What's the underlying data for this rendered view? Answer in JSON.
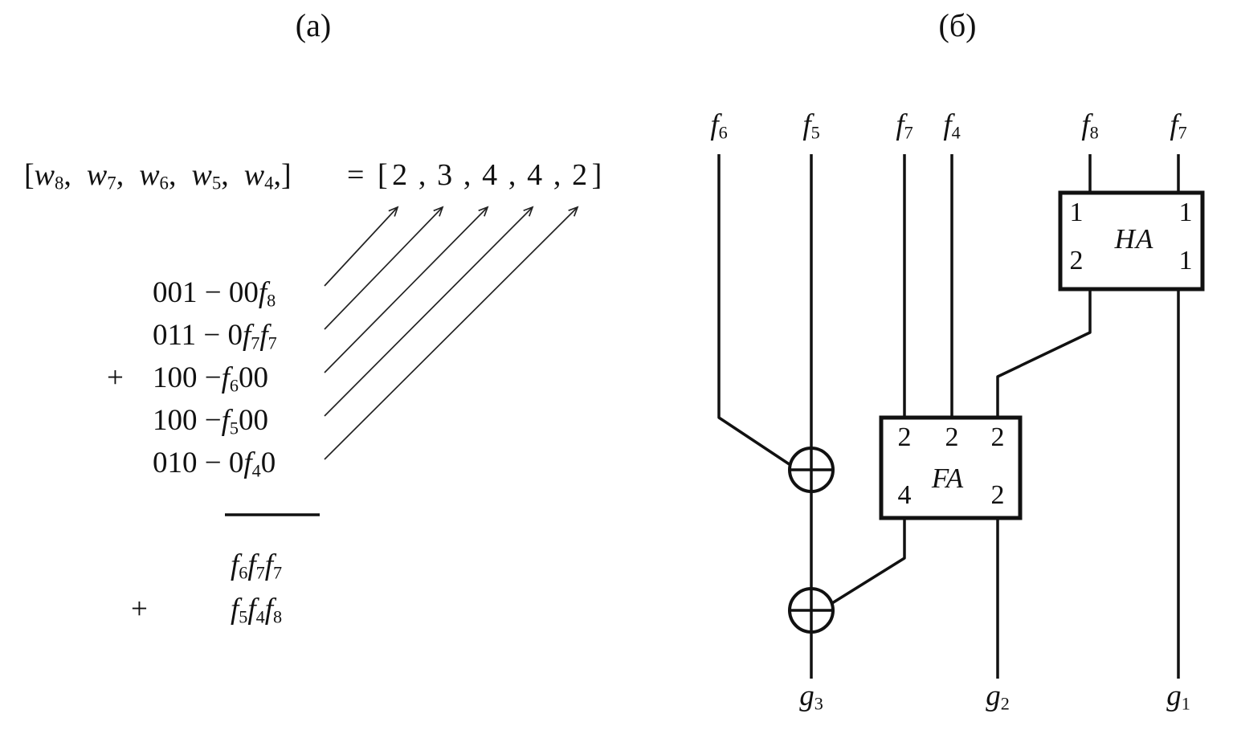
{
  "figure": {
    "panel_a_label": "(а)",
    "panel_b_label": "(б)"
  },
  "panel_a": {
    "equation": {
      "open": "[",
      "vars": [
        {
          "base": "w",
          "sub": "8"
        },
        {
          "base": "w",
          "sub": "7"
        },
        {
          "base": "w",
          "sub": "6"
        },
        {
          "base": "w",
          "sub": "5"
        },
        {
          "base": "w",
          "sub": "4"
        }
      ],
      "separator": ",  ",
      "trailing": ",]",
      "equals": "=",
      "value_open": "[",
      "values": [
        "2",
        "3",
        "4",
        "4",
        "2"
      ],
      "value_separator": ",",
      "value_close": "]"
    },
    "addend_rows": [
      {
        "sign": "",
        "tokens": [
          {
            "t": "001 − 00"
          },
          {
            "t": "f",
            "sub": "8",
            "i": true
          }
        ]
      },
      {
        "sign": "",
        "tokens": [
          {
            "t": "011 − 0"
          },
          {
            "t": "f",
            "sub": "7",
            "i": true
          },
          {
            "t": "f",
            "sub": "7",
            "i": true
          }
        ]
      },
      {
        "sign": "+",
        "tokens": [
          {
            "t": "100 −"
          },
          {
            "t": "f",
            "sub": "6",
            "i": true
          },
          {
            "t": "00"
          }
        ]
      },
      {
        "sign": "",
        "tokens": [
          {
            "t": "100 −"
          },
          {
            "t": "f",
            "sub": "5",
            "i": true
          },
          {
            "t": "00"
          }
        ]
      },
      {
        "sign": "",
        "tokens": [
          {
            "t": "010 − 0"
          },
          {
            "t": "f",
            "sub": "4",
            "i": true
          },
          {
            "t": "0"
          }
        ]
      }
    ],
    "result_rows": [
      {
        "sign": "",
        "tokens": [
          {
            "t": "f",
            "sub": "6",
            "i": true
          },
          {
            "t": "f",
            "sub": "7",
            "i": true
          },
          {
            "t": "f",
            "sub": "7",
            "i": true
          }
        ]
      },
      {
        "sign": "+",
        "tokens": [
          {
            "t": "f",
            "sub": "5",
            "i": true
          },
          {
            "t": "f",
            "sub": "4",
            "i": true
          },
          {
            "t": "f",
            "sub": "8",
            "i": true
          }
        ]
      }
    ]
  },
  "panel_b": {
    "inputs": [
      {
        "base": "f",
        "sub": "6"
      },
      {
        "base": "f",
        "sub": "5"
      },
      {
        "base": "f",
        "sub": "7"
      },
      {
        "base": "f",
        "sub": "4"
      },
      {
        "base": "f",
        "sub": "8"
      },
      {
        "base": "f",
        "sub": "7"
      }
    ],
    "outputs": [
      {
        "base": "g",
        "sub": "3"
      },
      {
        "base": "g",
        "sub": "2"
      },
      {
        "base": "g",
        "sub": "1"
      }
    ],
    "half_adder": {
      "name": "HA",
      "ports": {
        "top_left": "1",
        "top_right": "1",
        "bottom_left": "2",
        "bottom_right": "1"
      }
    },
    "full_adder": {
      "name": "FA",
      "ports": {
        "top_left": "2",
        "top_mid": "2",
        "top_right": "2",
        "bottom_left": "4",
        "bottom_right": "2"
      }
    }
  },
  "colors": {
    "ink": "#111111",
    "background": "#ffffff"
  }
}
